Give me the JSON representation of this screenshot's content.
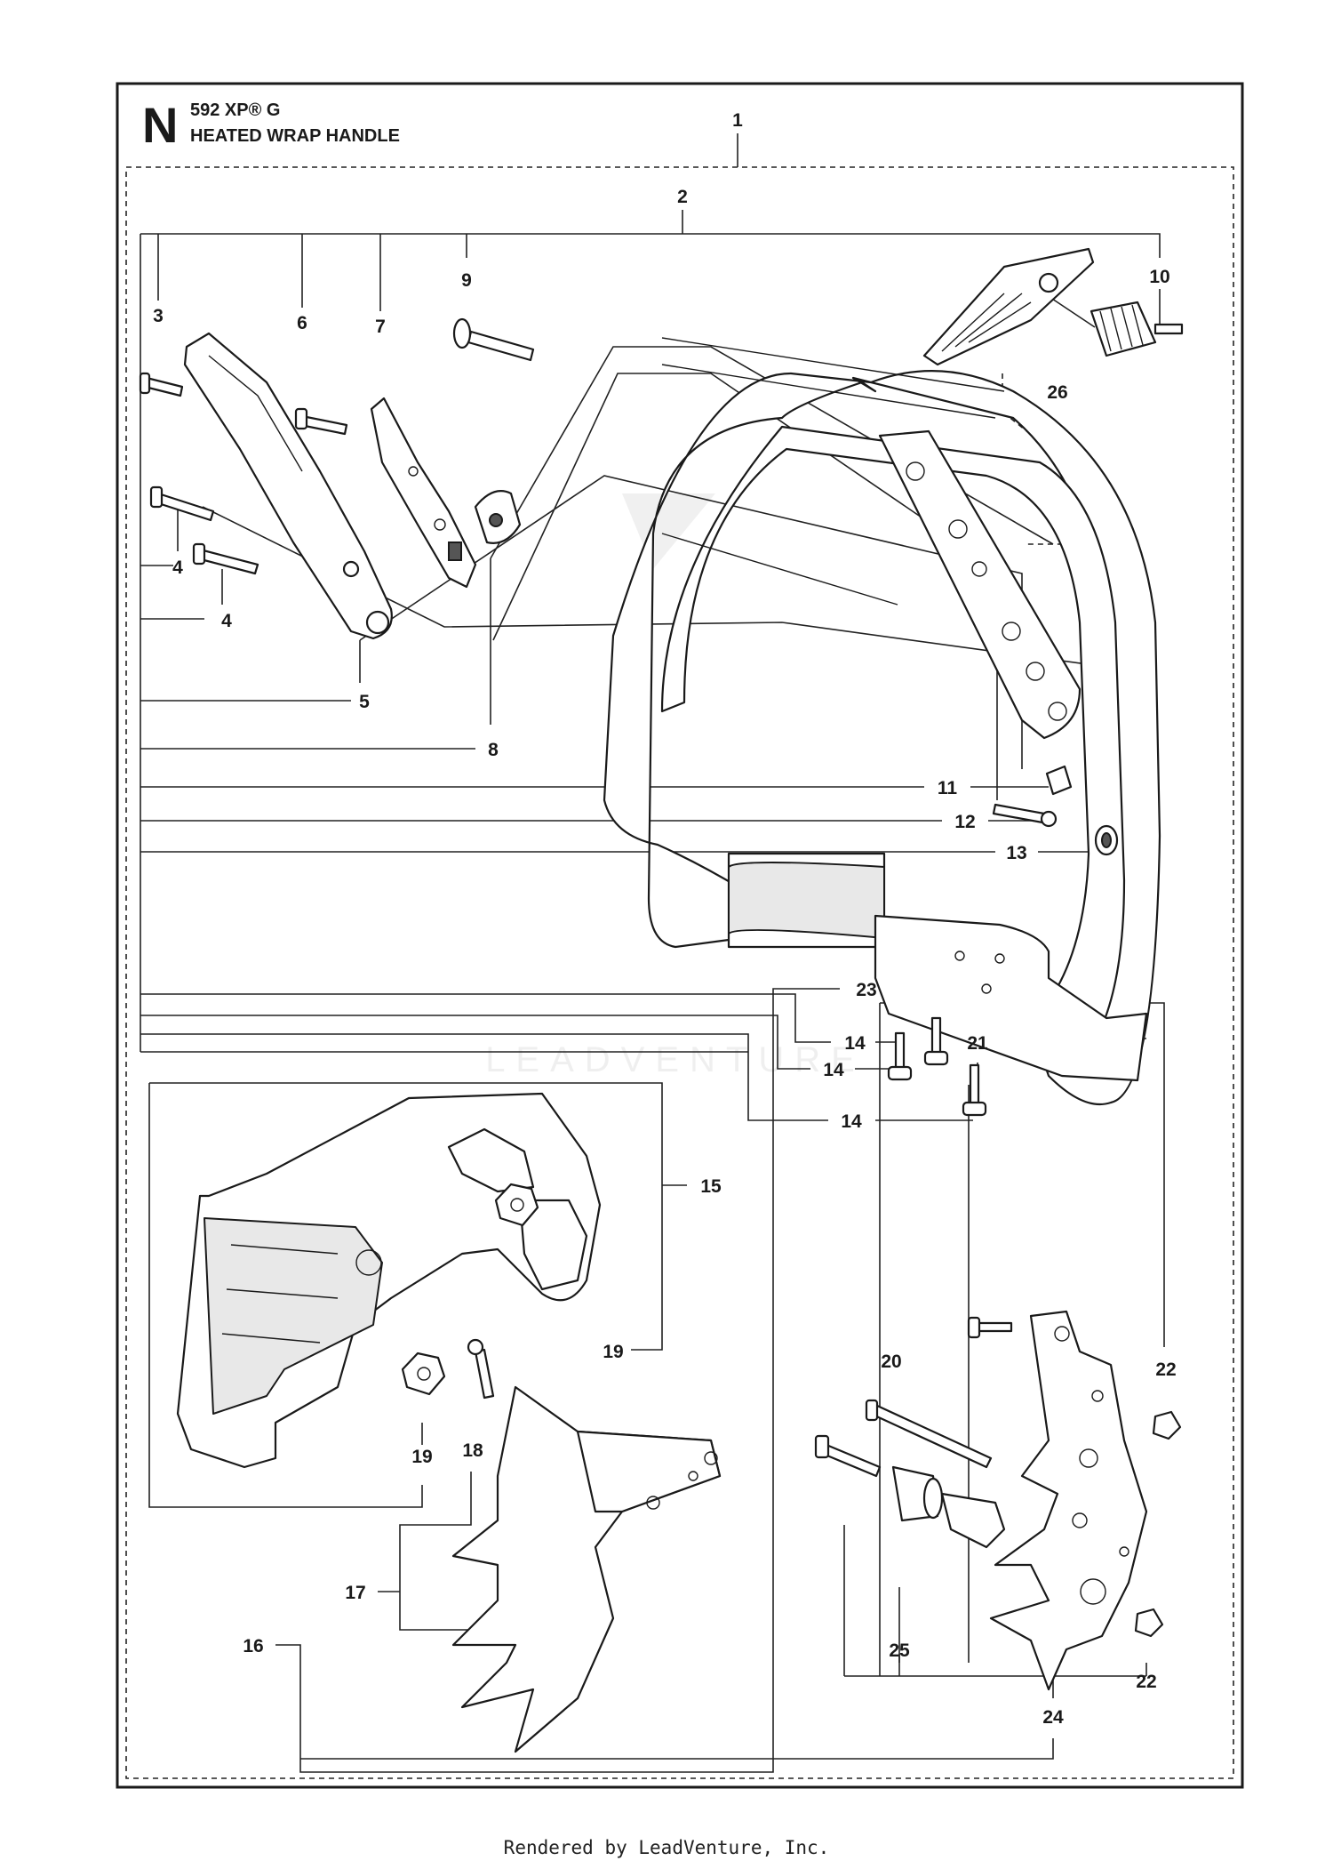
{
  "header": {
    "section_letter": "N",
    "model": "592 XP® G",
    "title": "HEATED WRAP HANDLE"
  },
  "watermark": {
    "text": "LEADVENTURE"
  },
  "callouts": [
    {
      "id": "c1",
      "num": "1"
    },
    {
      "id": "c2",
      "num": "2"
    },
    {
      "id": "c3",
      "num": "3"
    },
    {
      "id": "c4a",
      "num": "4"
    },
    {
      "id": "c4b",
      "num": "4"
    },
    {
      "id": "c5",
      "num": "5"
    },
    {
      "id": "c6",
      "num": "6"
    },
    {
      "id": "c7",
      "num": "7"
    },
    {
      "id": "c8",
      "num": "8"
    },
    {
      "id": "c9",
      "num": "9"
    },
    {
      "id": "c10",
      "num": "10"
    },
    {
      "id": "c11",
      "num": "11"
    },
    {
      "id": "c12",
      "num": "12"
    },
    {
      "id": "c13",
      "num": "13"
    },
    {
      "id": "c14a",
      "num": "14"
    },
    {
      "id": "c14b",
      "num": "14"
    },
    {
      "id": "c14c",
      "num": "14"
    },
    {
      "id": "c15",
      "num": "15"
    },
    {
      "id": "c16",
      "num": "16"
    },
    {
      "id": "c17",
      "num": "17"
    },
    {
      "id": "c18",
      "num": "18"
    },
    {
      "id": "c19a",
      "num": "19"
    },
    {
      "id": "c19b",
      "num": "19"
    },
    {
      "id": "c20",
      "num": "20"
    },
    {
      "id": "c21",
      "num": "21"
    },
    {
      "id": "c22a",
      "num": "22"
    },
    {
      "id": "c22b",
      "num": "22"
    },
    {
      "id": "c23",
      "num": "23"
    },
    {
      "id": "c24",
      "num": "24"
    },
    {
      "id": "c25",
      "num": "25"
    },
    {
      "id": "c26",
      "num": "26"
    }
  ],
  "footer": {
    "text": "Rendered by LeadVenture, Inc."
  }
}
